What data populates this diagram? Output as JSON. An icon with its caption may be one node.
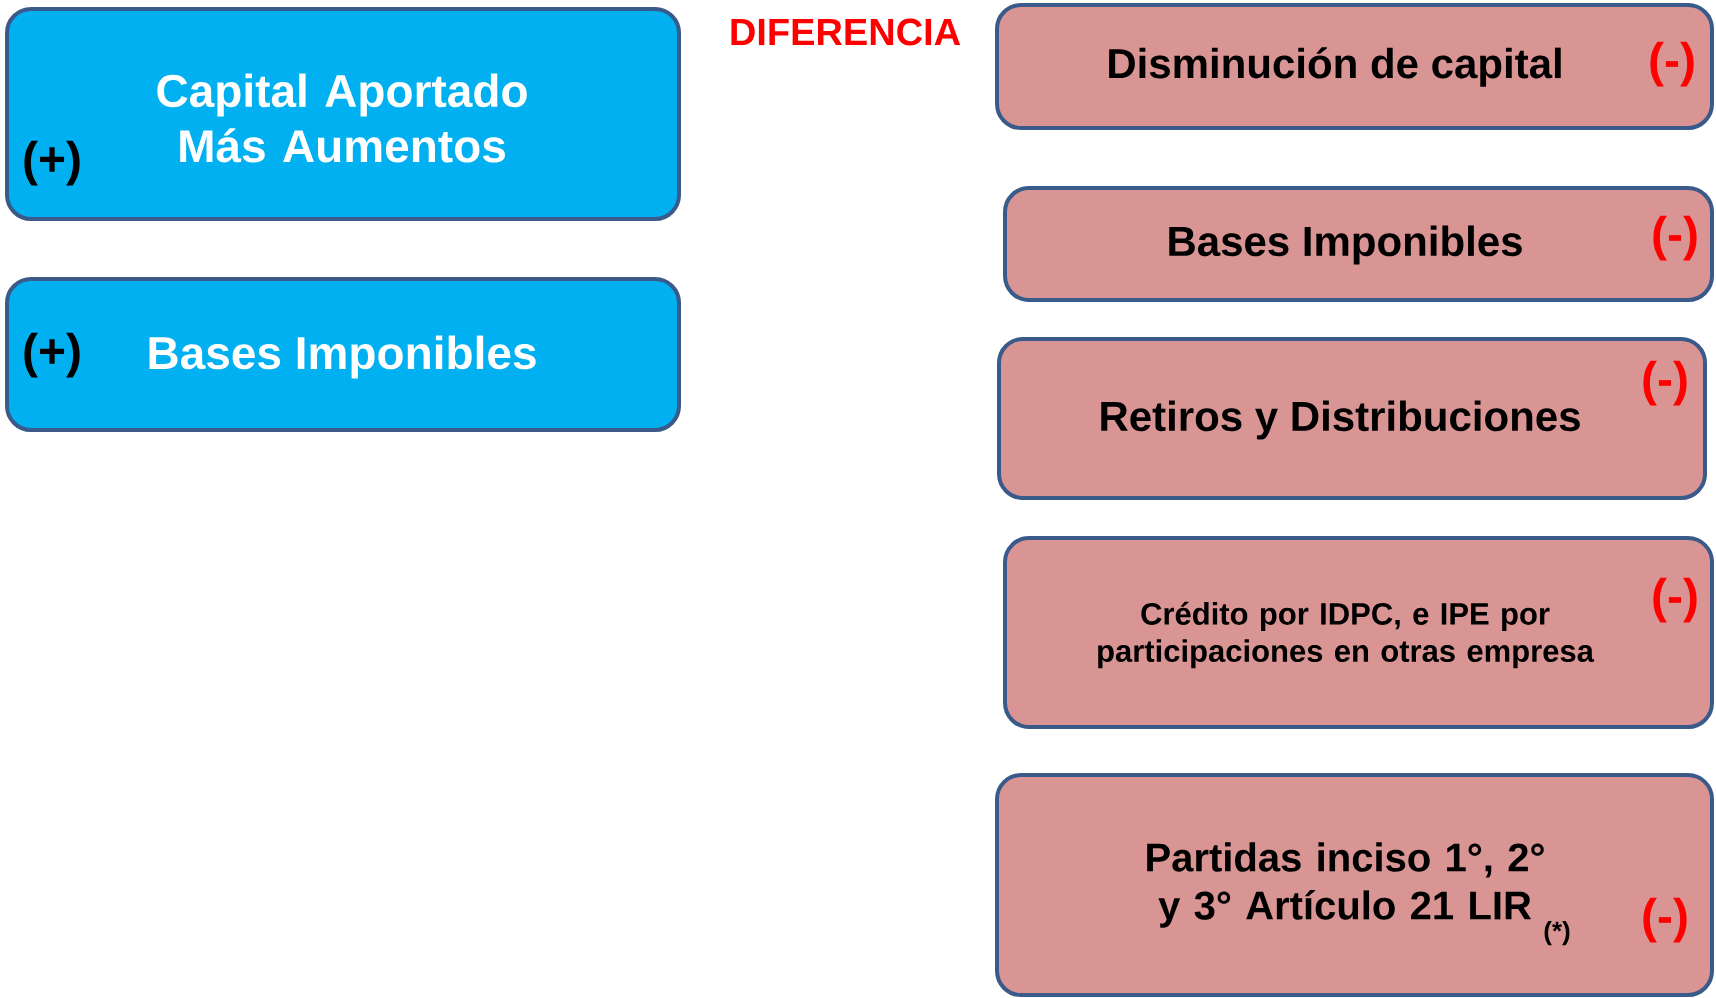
{
  "diagram": {
    "nodes": [
      {
        "text": [
          "(+)",
          "Capital Aportado Más Aumentos"
        ]
      },
      {
        "text": [
          "(+)",
          "Bases Imponibles"
        ]
      },
      {
        "text": [
          "Disminución de capital",
          "(-)"
        ]
      },
      {
        "text": [
          "Bases Imponibles",
          "(-)"
        ]
      },
      {
        "text": [
          "Retiros y Distribuciones",
          "(-)"
        ]
      },
      {
        "text": [
          "Crédito por IDPC, e IPE por participaciones en otras empresa",
          "(-)"
        ]
      },
      {
        "text": [
          "Partidas inciso 1°, 2° y 3° Artículo 21 LIR",
          "(*)",
          "(-)"
        ]
      }
    ],
    "labels": [
      "DIFERENCIA"
    ]
  }
}
